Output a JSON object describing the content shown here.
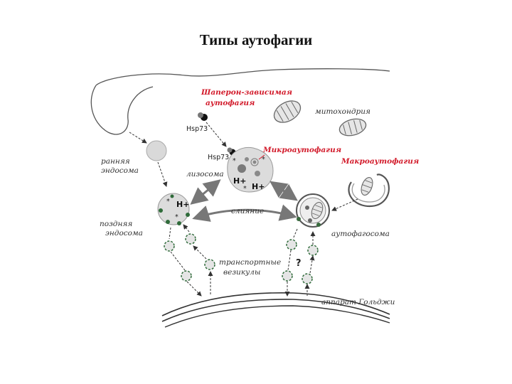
{
  "title": "Типы аутофагии",
  "labels": {
    "chaperone_line1": "Шаперон-зависимая",
    "chaperone_line2": "аутофагия",
    "hsp73_top": "Hsp73",
    "hsp73_mid": "Hsp73",
    "mitochondria": "митохондрия",
    "early_endosome_1": "ранняя",
    "early_endosome_2": "эндосома",
    "microautophagy": "Микроаутофагия",
    "macroautophagy": "Макроаутофагия",
    "lysosome": "лизосома",
    "h_plus_lys1": "H+",
    "h_plus_lys2": "H+",
    "h_plus_endo": "H+",
    "fusion": "слияние",
    "late_endosome_1": "поздняя",
    "late_endosome_2": "эндосома",
    "autophagosome": "аутофагосома",
    "transport_1": "транспортные",
    "transport_2": "везикулы",
    "question": "?",
    "golgi": "аппарат Гольджи"
  },
  "colors": {
    "red": "#d21a2a",
    "green": "#2f6b3a",
    "gray": "#8a8a8a"
  }
}
